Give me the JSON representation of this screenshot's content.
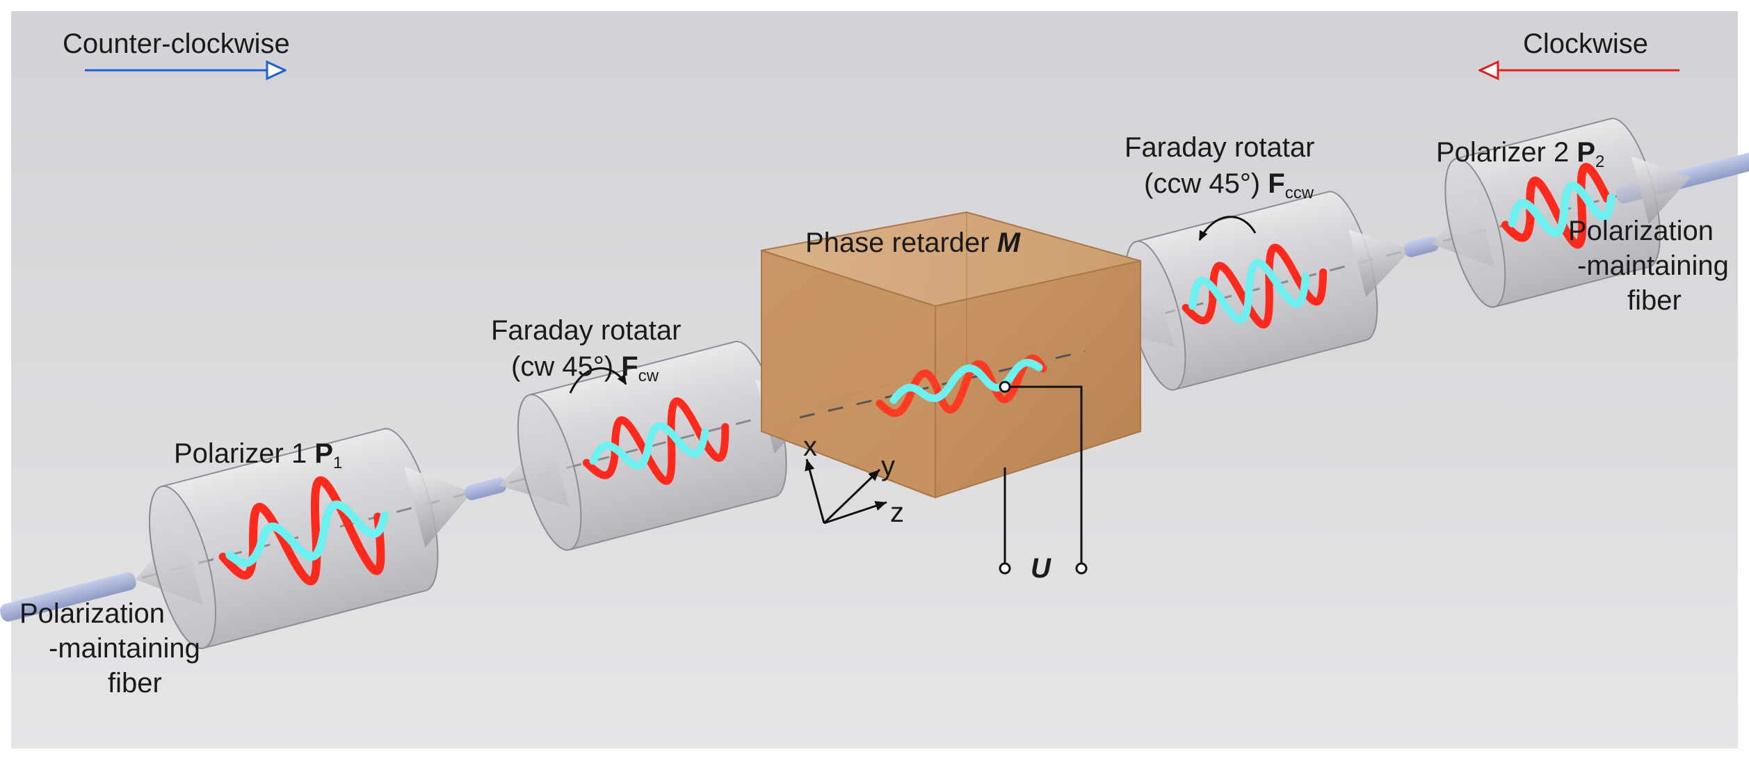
{
  "direction": {
    "left_label": "Counter-clockwise",
    "right_label": "Clockwise",
    "left_color": "#1f5fd6",
    "right_color": "#e0201e"
  },
  "fiber_left": {
    "line1": "Polarization",
    "line2": "-maintaining",
    "line3": "fiber"
  },
  "fiber_right": {
    "line1": "Polarization",
    "line2": "-maintaining",
    "line3": "fiber"
  },
  "polarizer1": {
    "name": "Polarizer 1 ",
    "symbol": "P",
    "subscript": "1"
  },
  "polarizer2": {
    "name": "Polarizer 2 ",
    "symbol": "P",
    "subscript": "2"
  },
  "faraday_cw": {
    "line1": "Faraday rotatar",
    "line2": "(cw 45°) ",
    "symbol": "F",
    "subscript": "cw"
  },
  "faraday_ccw": {
    "line1": "Faraday rotatar",
    "line2": "(ccw 45°) ",
    "symbol": "F",
    "subscript": "ccw"
  },
  "retarder": {
    "name": "Phase retarder ",
    "symbol": "M",
    "voltage_symbol": "U"
  },
  "axes": {
    "x": "x",
    "y": "y",
    "z": "z"
  },
  "colors": {
    "wave_red": "#ff2a1e",
    "wave_cyan": "#6ff0f0",
    "cylinder": "#c9c8cc",
    "crystal": "#d4a06e",
    "fiber": "#a9b4d8"
  }
}
